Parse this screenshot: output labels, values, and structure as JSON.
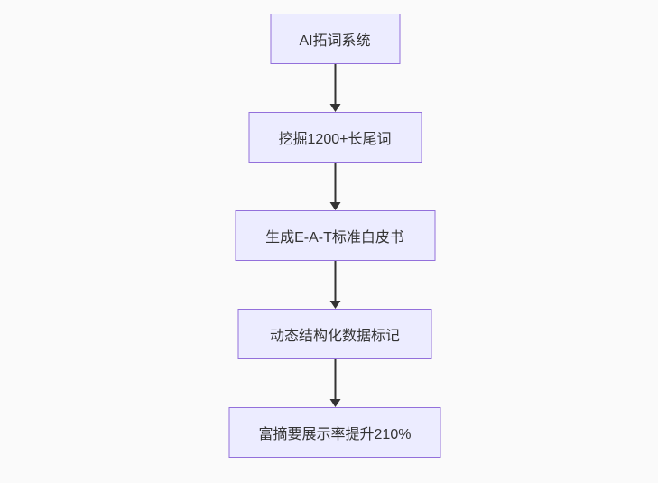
{
  "page": {
    "background_color": "#fafafa"
  },
  "diagram": {
    "type": "flowchart-top-down",
    "node_fill_color": "#ECECFF",
    "node_border_color": "#9370DB",
    "arrow_color": "#333333",
    "text_color": "#333333",
    "nodes": [
      {
        "label": "AI拓词系统"
      },
      {
        "label": "挖掘1200+长尾词"
      },
      {
        "label": "生成E-A-T标准白皮书"
      },
      {
        "label": "动态结构化数据标记"
      },
      {
        "label": "富摘要展示率提升210%"
      }
    ],
    "edges": [
      {
        "from": "AI拓词系统",
        "to": "挖掘1200+长尾词"
      },
      {
        "from": "挖掘1200+长尾词",
        "to": "生成E-A-T标准白皮书"
      },
      {
        "from": "生成E-A-T标准白皮书",
        "to": "动态结构化数据标记"
      },
      {
        "from": "动态结构化数据标记",
        "to": "富摘要展示率提升210%"
      }
    ]
  }
}
